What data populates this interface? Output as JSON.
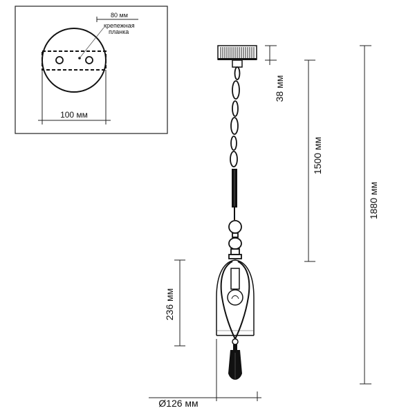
{
  "inset": {
    "dim_top": "80 мм",
    "bracket_label_line1": "крепежная",
    "bracket_label_line2": "планка",
    "dim_bottom": "100 мм"
  },
  "dimensions": {
    "canopy_height": "38 мм",
    "chain_length": "1500 мм",
    "total_height": "1880 мм",
    "shade_height": "236 мм",
    "shade_diameter": "Ø126 мм"
  }
}
